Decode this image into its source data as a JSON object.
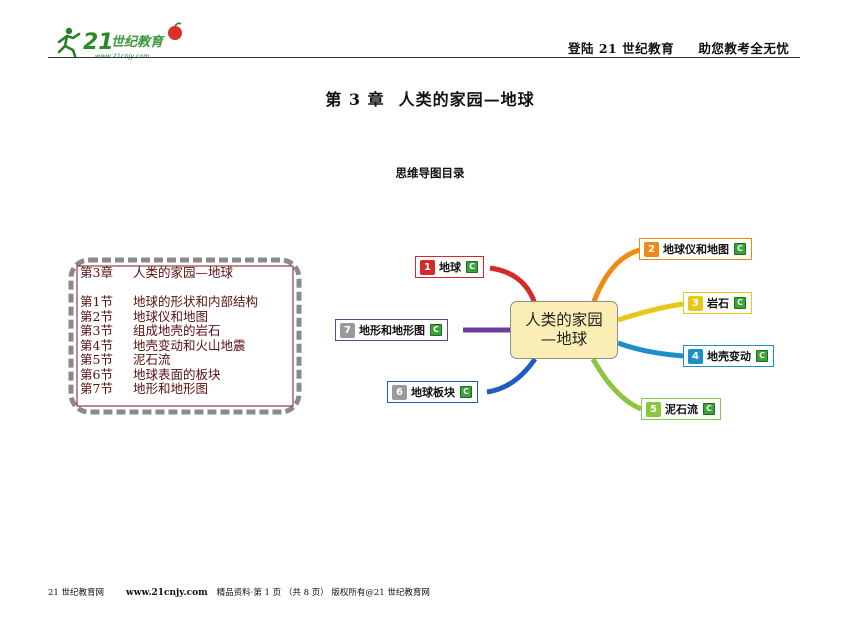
{
  "header": {
    "logo_alt": "21世纪教育 www.21cnjy.com",
    "slogan_left": "登陆 21 世纪教育",
    "slogan_right": "助您教考全无忧"
  },
  "page_title": {
    "chapter": "第 3 章",
    "title": "人类的家园—地球"
  },
  "subtitle": "思维导图目录",
  "toc": {
    "heading_num": "第3章",
    "heading_title": "人类的家园—地球",
    "sections": [
      {
        "num": "第1节",
        "title": "地球的形状和内部结构"
      },
      {
        "num": "第2节",
        "title": "地球仪和地图"
      },
      {
        "num": "第3节",
        "title": "组成地壳的岩石"
      },
      {
        "num": "第4节",
        "title": "地壳变动和火山地震"
      },
      {
        "num": "第5节",
        "title": "泥石流"
      },
      {
        "num": "第6节",
        "title": "地球表面的板块"
      },
      {
        "num": "第7节",
        "title": "地形和地形图"
      }
    ]
  },
  "mindmap": {
    "center": {
      "line1": "人类的家园",
      "line2": "—地球"
    },
    "nodes": [
      {
        "num": "1",
        "label": "地球",
        "color": "#d42a2a"
      },
      {
        "num": "2",
        "label": "地球仪和地图",
        "color": "#ef8a12"
      },
      {
        "num": "3",
        "label": "岩石",
        "color": "#e8c817"
      },
      {
        "num": "4",
        "label": "地壳变动",
        "color": "#1e8ec7"
      },
      {
        "num": "5",
        "label": "泥石流",
        "color": "#8cc63e"
      },
      {
        "num": "6",
        "label": "地球板块",
        "color": "#1a5ec0"
      },
      {
        "num": "7",
        "label": "地形和地形图",
        "color": "#8a8a8a"
      }
    ],
    "c_icon": "C"
  },
  "footer": {
    "left": "21 世纪教育网",
    "url": "www.21cnjy.com",
    "right": "精品资料·第 1 页 （共 8 页） 版权所有@21 世纪教育网"
  }
}
